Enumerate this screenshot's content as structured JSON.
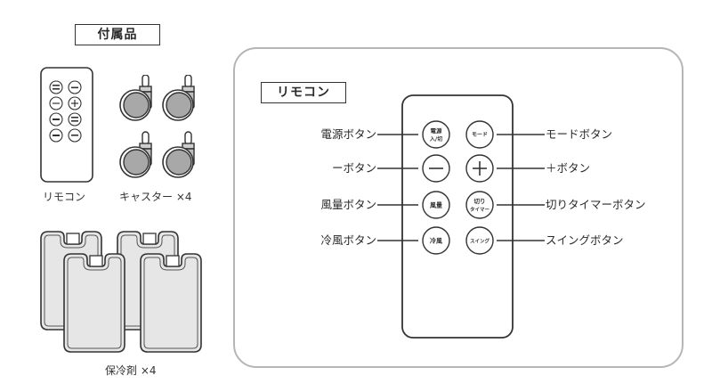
{
  "accessories": {
    "title": "付属品",
    "items": [
      {
        "name": "remote",
        "label": "リモコン"
      },
      {
        "name": "casters",
        "label": "キャスター ×4"
      },
      {
        "name": "ice-packs",
        "label": "保冷剤 ×4"
      }
    ]
  },
  "remote_panel": {
    "title": "リモコン",
    "buttons": [
      {
        "id": "power",
        "glyph_line1": "電源",
        "glyph_line2": "入/切",
        "label": "電源ボタン",
        "side": "left"
      },
      {
        "id": "mode",
        "glyph_line1": "モード",
        "glyph_line2": "",
        "label": "モードボタン",
        "side": "right"
      },
      {
        "id": "minus",
        "glyph_line1": "−",
        "glyph_line2": "",
        "label": "ーボタン",
        "side": "left"
      },
      {
        "id": "plus",
        "glyph_line1": "+",
        "glyph_line2": "",
        "label": "＋ボタン",
        "side": "right"
      },
      {
        "id": "fan-speed",
        "glyph_line1": "風量",
        "glyph_line2": "",
        "label": "風量ボタン",
        "side": "left"
      },
      {
        "id": "off-timer",
        "glyph_line1": "切り",
        "glyph_line2": "タイマー",
        "label": "切りタイマーボタン",
        "side": "right"
      },
      {
        "id": "cool-air",
        "glyph_line1": "冷風",
        "glyph_line2": "",
        "label": "冷風ボタン",
        "side": "left"
      },
      {
        "id": "swing",
        "glyph_line1": "スイング",
        "glyph_line2": "",
        "label": "スイングボタン",
        "side": "right"
      }
    ]
  },
  "colors": {
    "ink": "#2a2a2a",
    "panel_border": "#b5b5b5",
    "caster_wheel": "#a8a8a8",
    "ice_pack_fill": "#e6e6e6"
  }
}
